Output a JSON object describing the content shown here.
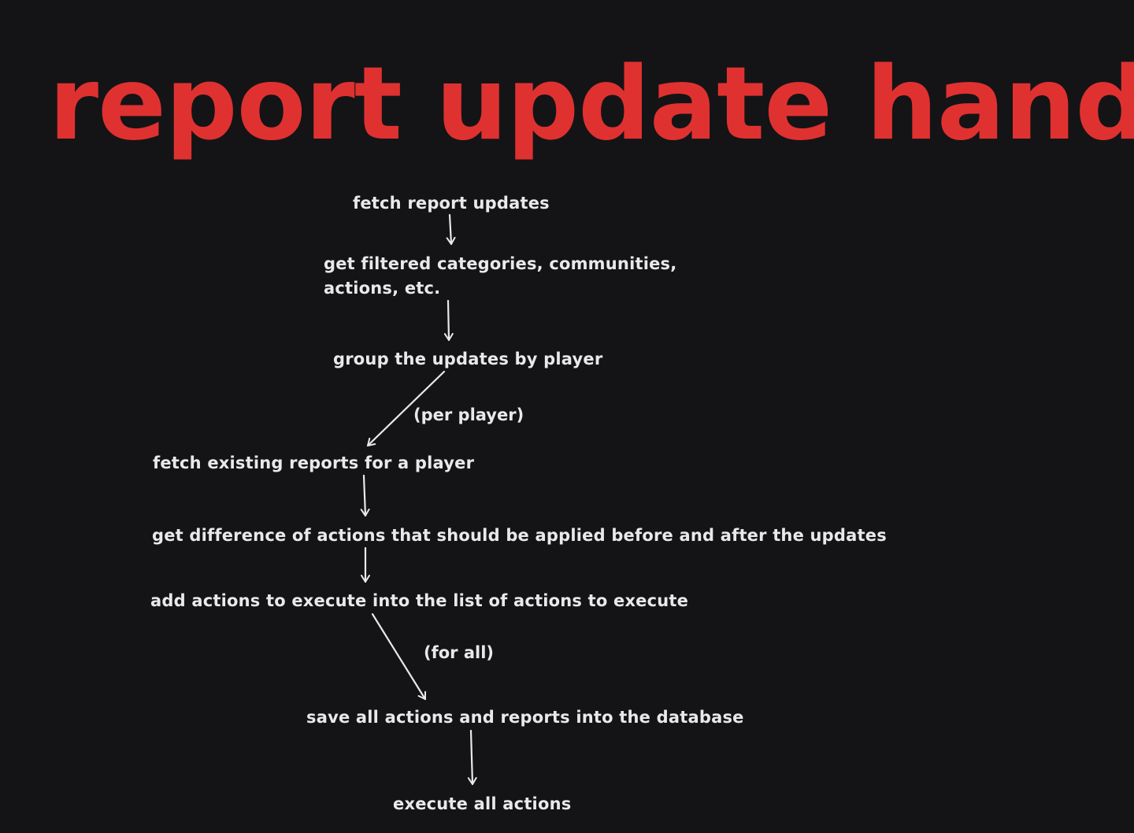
{
  "colors": {
    "background": "#141416",
    "title": "#e03131",
    "text": "#e9e9e9",
    "arrow": "#e9e9e9"
  },
  "title": "report update handler",
  "nodes": [
    {
      "id": "fetch-updates",
      "text": "fetch report updates"
    },
    {
      "id": "filtered",
      "line1": "get filtered categories, communities,",
      "line2": "actions, etc."
    },
    {
      "id": "group",
      "text": "group the updates by player"
    },
    {
      "id": "fetch-existing",
      "text": "fetch existing reports for a player"
    },
    {
      "id": "difference",
      "text": "get difference of actions that should be applied before and after the updates"
    },
    {
      "id": "add-actions",
      "text": "add actions to execute into the list of actions to execute"
    },
    {
      "id": "save",
      "text": "save all actions and reports into the database"
    },
    {
      "id": "execute",
      "text": "execute all actions"
    }
  ],
  "edge_labels": {
    "per_player": "(per player)",
    "for_all": "(for all)"
  }
}
